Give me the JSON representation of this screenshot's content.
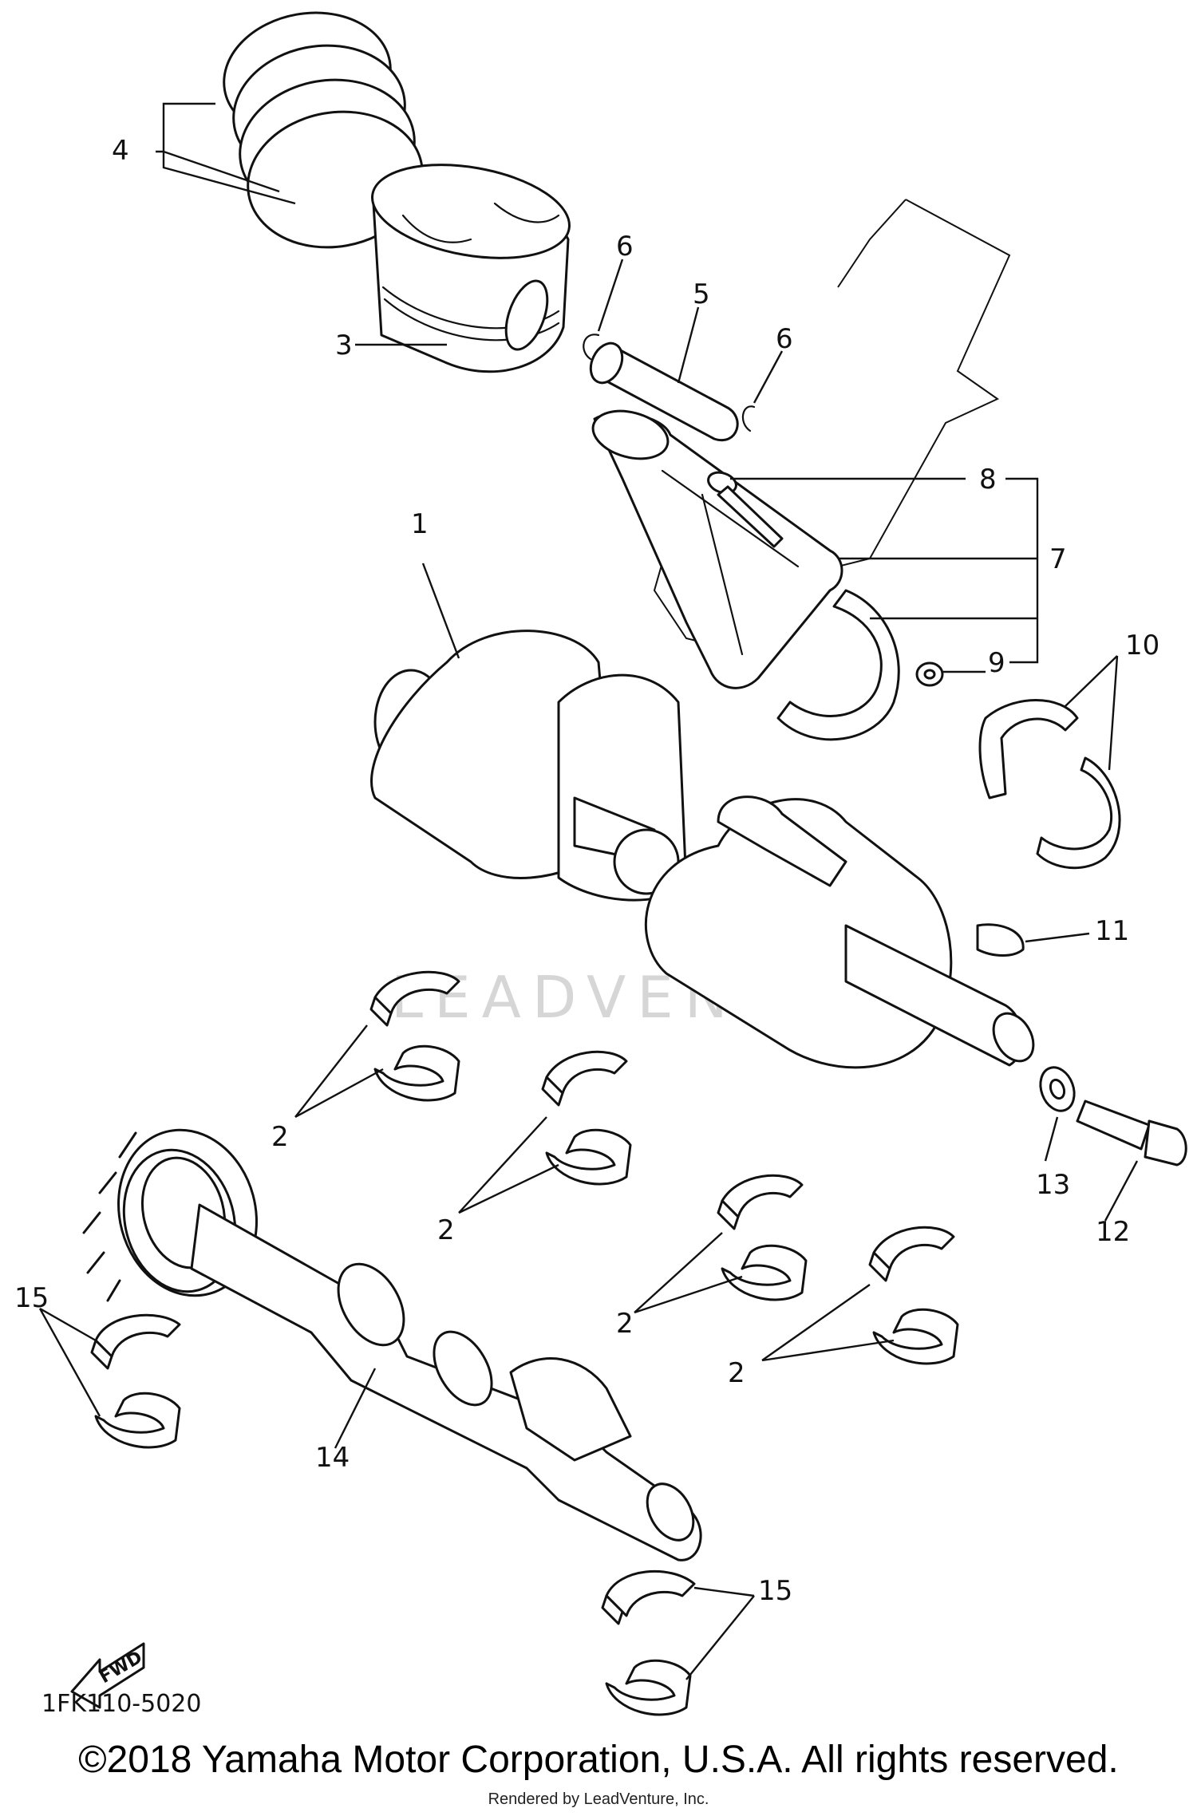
{
  "diagram": {
    "part_numbers": [
      "1",
      "2",
      "2",
      "2",
      "2",
      "3",
      "4",
      "5",
      "6",
      "6",
      "7",
      "8",
      "9",
      "10",
      "11",
      "12",
      "13",
      "14",
      "15",
      "15"
    ],
    "fwd_label": "FWD",
    "drawing_code": "1FK110-5020",
    "watermark": "LEADVENTURE"
  },
  "footer": {
    "copyright": "©2018 Yamaha Motor Corporation, U.S.A. All rights reserved.",
    "rendered_by": "Rendered by LeadVenture, Inc."
  }
}
